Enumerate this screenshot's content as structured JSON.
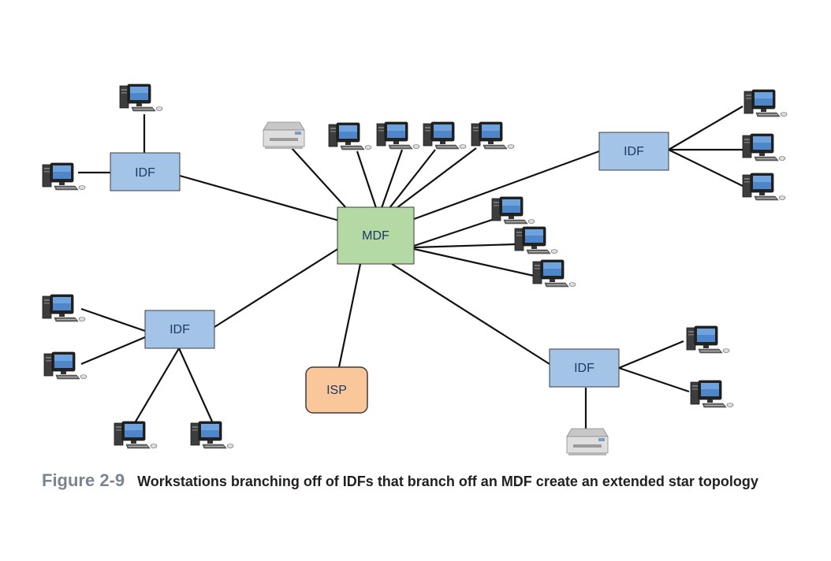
{
  "nodes": {
    "mdf": "MDF",
    "isp": "ISP",
    "idf": "IDF"
  },
  "caption": {
    "figure": "Figure 2-9",
    "text": "Workstations branching off of IDFs that branch off an MDF create an extended star topology"
  },
  "colors": {
    "mdf_fill": "#b4d9a4",
    "idf_fill": "#a3c4e6",
    "isp_fill": "#f9c79a",
    "line": "#111111"
  },
  "icons": [
    "workstation-icon",
    "printer-icon"
  ]
}
